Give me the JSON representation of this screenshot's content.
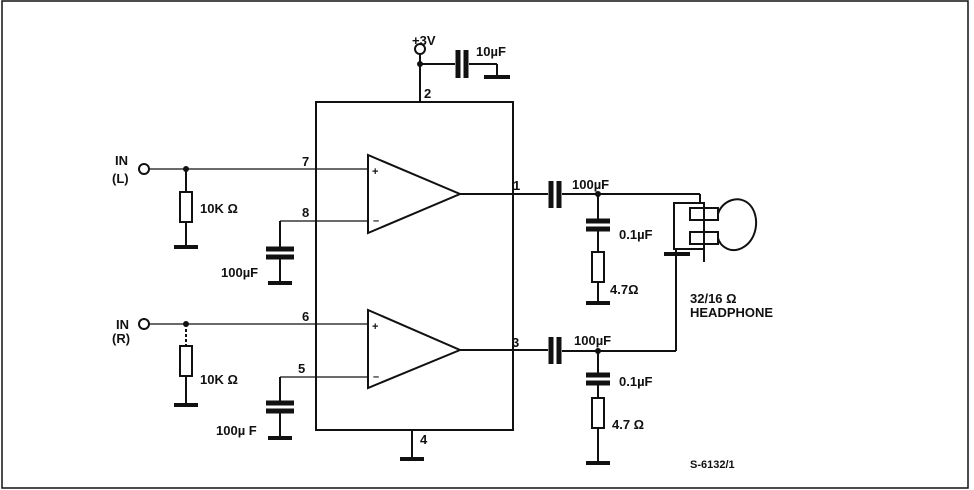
{
  "supply": {
    "label": "+3V",
    "cap": "10µF"
  },
  "pins": {
    "p1": "1",
    "p2": "2",
    "p3": "3",
    "p4": "4",
    "p5": "5",
    "p6": "6",
    "p7": "7",
    "p8": "8"
  },
  "opamp_signs": {
    "plus": "+",
    "minus": "–"
  },
  "left_input": {
    "in": "IN",
    "ch": "(L)",
    "resistor": "10K Ω",
    "cap": "100µF"
  },
  "right_input": {
    "in": "IN",
    "ch": "(R)",
    "resistor": "10K Ω",
    "cap": "100µ F"
  },
  "left_output": {
    "cap": "100µF",
    "cap_small": "0.1µF",
    "resistor": "4.7Ω"
  },
  "right_output": {
    "cap": "100µF",
    "cap_small": "0.1µF",
    "resistor": "4.7 Ω"
  },
  "headphone": {
    "impedance": "32/16 Ω",
    "label": "HEADPHONE"
  },
  "figure_code": "S-6132/1"
}
